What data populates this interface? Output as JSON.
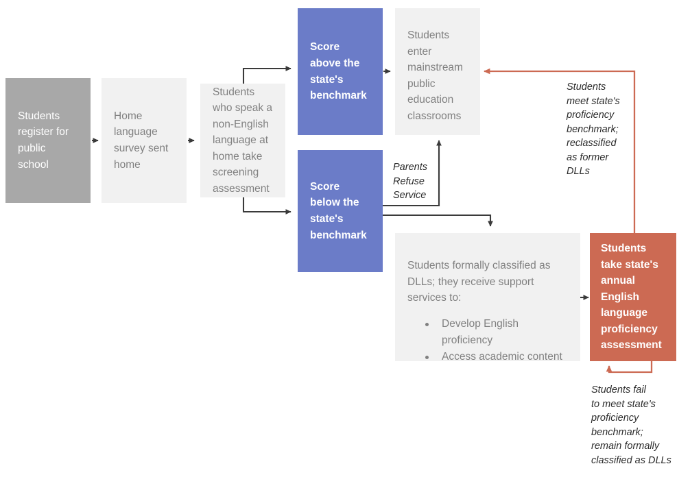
{
  "diagram": {
    "title": "DLL identification and reclassification flow",
    "colors": {
      "gray_dark": "#a8a8a8",
      "gray_light": "#f1f1f1",
      "blue": "#6b7cc8",
      "red": "#cc6a53",
      "arrow_dark": "#3a3a3a",
      "text_gray": "#808080"
    },
    "nodes": {
      "register": "Students register for public school",
      "survey": "Home language survey sent home",
      "screening": "Students who speak a non-English language at home take screening assessment",
      "score_above": "Score above the state's benchmark",
      "score_below": "Score below the state's benchmark",
      "mainstream": "Students enter mainstream public education classrooms",
      "support_intro": "Students formally classified as DLLs; they receive support services to:",
      "support_items": [
        "Develop English proficiency",
        "Access academic content"
      ],
      "annual_assessment": "Students take state's annual English language proficiency assessment"
    },
    "edge_labels": {
      "parents_refuse": "Parents\nRefuse\nService",
      "meet_benchmark": "Students\nmeet state's\nproficiency\nbenchmark;\nreclassified\nas former\nDLLs",
      "fail_benchmark": "Students fail\nto meet state's\nproficiency\nbenchmark;\nremain formally\nclassified as DLLs"
    }
  }
}
